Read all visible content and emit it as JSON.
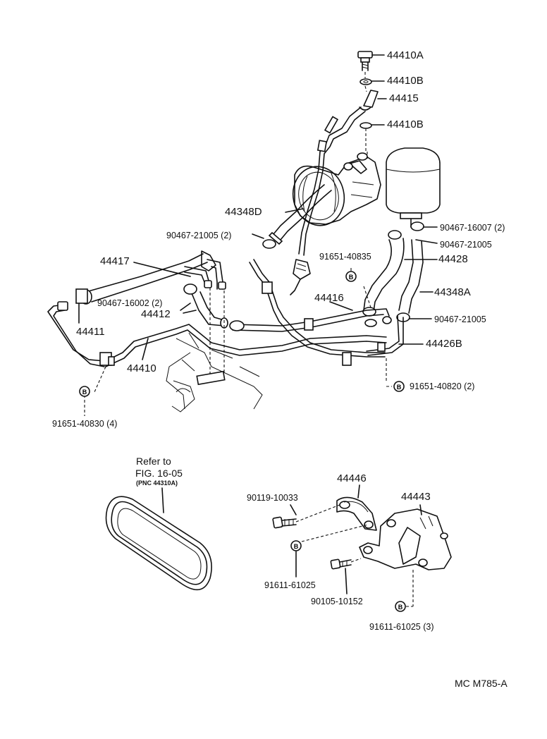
{
  "diagram": {
    "part_labels": {
      "p44410A": "44410A",
      "p44410B_top": "44410B",
      "p44415": "44415",
      "p44410B_mid": "44410B",
      "p44348D": "44348D",
      "p90467_21005_2": "90467-21005 (2)",
      "p90467_16007_2": "90467-16007 (2)",
      "p90467_21005_a": "90467-21005",
      "p91651_40835": "91651-40835",
      "p44428": "44428",
      "p44417": "44417",
      "p44416": "44416",
      "p44348A": "44348A",
      "p90467_16002_2": "90467-16002 (2)",
      "p44412": "44412",
      "p90467_21005_b": "90467-21005",
      "p44411": "44411",
      "p44426B": "44426B",
      "p44410": "44410",
      "p91651_40820_2": "91651-40820 (2)",
      "p91651_40830_4": "91651-40830 (4)",
      "p44446": "44446",
      "p44443": "44443",
      "p90119_10033": "90119-10033",
      "p91611_61025": "91611-61025",
      "p90105_10152": "90105-10152",
      "p91611_61025_3": "91611-61025 (3)"
    },
    "reference": {
      "line1": "Refer to",
      "line2": "FIG. 16-05",
      "line3": "(PNC 44310A)"
    },
    "bolt_marker": "B",
    "code": "MC M785-A"
  }
}
